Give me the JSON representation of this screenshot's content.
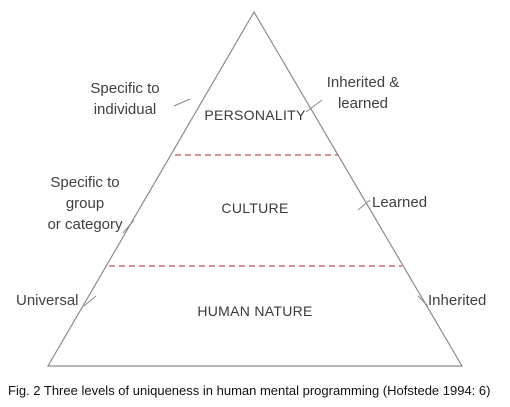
{
  "layers": [
    {
      "label": "PERSONALITY",
      "left_label": [
        "Specific to",
        "individual"
      ],
      "right_label": [
        "Inherited &",
        "learned"
      ]
    },
    {
      "label": "CULTURE",
      "left_label": [
        "Specific to",
        "group",
        "or category"
      ],
      "right_label": [
        "Learned"
      ]
    },
    {
      "label": "HUMAN NATURE",
      "left_label": [
        "Universal"
      ],
      "right_label": [
        "Inherited"
      ]
    }
  ],
  "caption": "Fig. 2 Three levels of uniqueness in human mental programming (Hofstede 1994: 6)",
  "colors": {
    "outline": "#8a8a8a",
    "dashed_divider": "#c0504d",
    "text": "#404040"
  }
}
